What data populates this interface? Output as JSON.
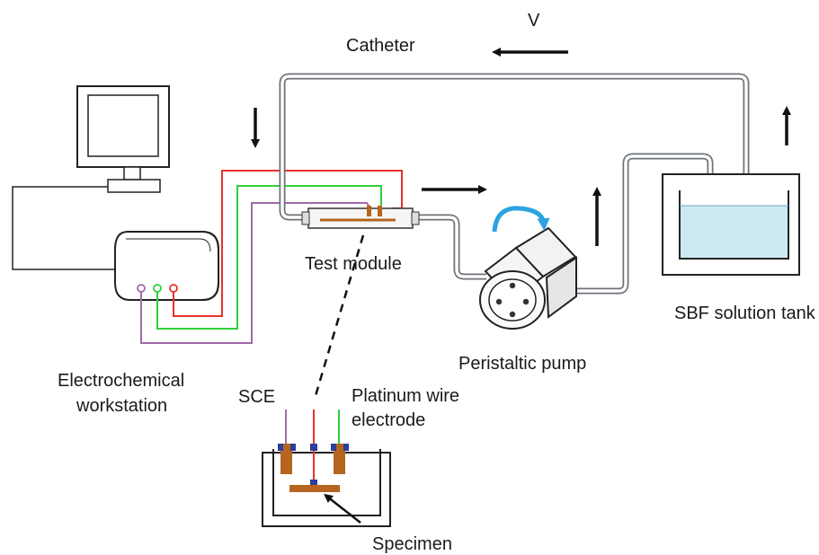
{
  "labels": {
    "velocity": "V",
    "catheter": "Catheter",
    "test_module": "Test  module",
    "peristaltic_pump": "Peristaltic  pump",
    "sbf_tank": "SBF solution tank",
    "workstation_line1": "Electrochemical",
    "workstation_line2": "workstation",
    "sce": "SCE",
    "platinum_line1": "Platinum wire",
    "platinum_line2": "electrode",
    "specimen": "Specimen"
  },
  "colors": {
    "tube": "#6e7378",
    "wire_red": "#e8322b",
    "wire_green": "#2fcf3a",
    "wire_purple": "#a06aa8",
    "electrode_brown": "#b5651d",
    "insulator_blue": "#2c3f9a",
    "solution_blue": "#cde9f3",
    "rotation_arrow": "#2aa3e0",
    "device_gray": "#f2f2f2"
  }
}
